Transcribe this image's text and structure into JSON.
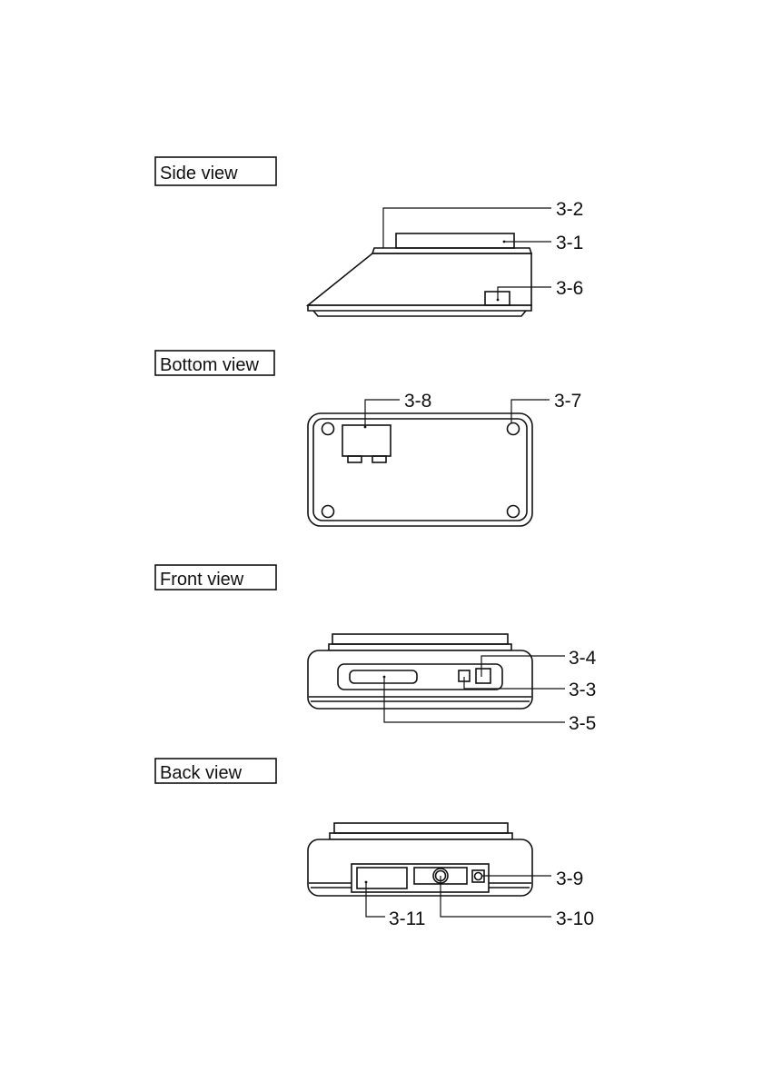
{
  "views": {
    "side": {
      "title": "Side view"
    },
    "bottom": {
      "title": "Bottom view"
    },
    "front": {
      "title": "Front view"
    },
    "back": {
      "title": "Back view"
    }
  },
  "callouts": {
    "c3_1": "3-1",
    "c3_2": "3-2",
    "c3_3": "3-3",
    "c3_4": "3-4",
    "c3_5": "3-5",
    "c3_6": "3-6",
    "c3_7": "3-7",
    "c3_8": "3-8",
    "c3_9": "3-9",
    "c3_10": "3-10",
    "c3_11": "3-11"
  }
}
